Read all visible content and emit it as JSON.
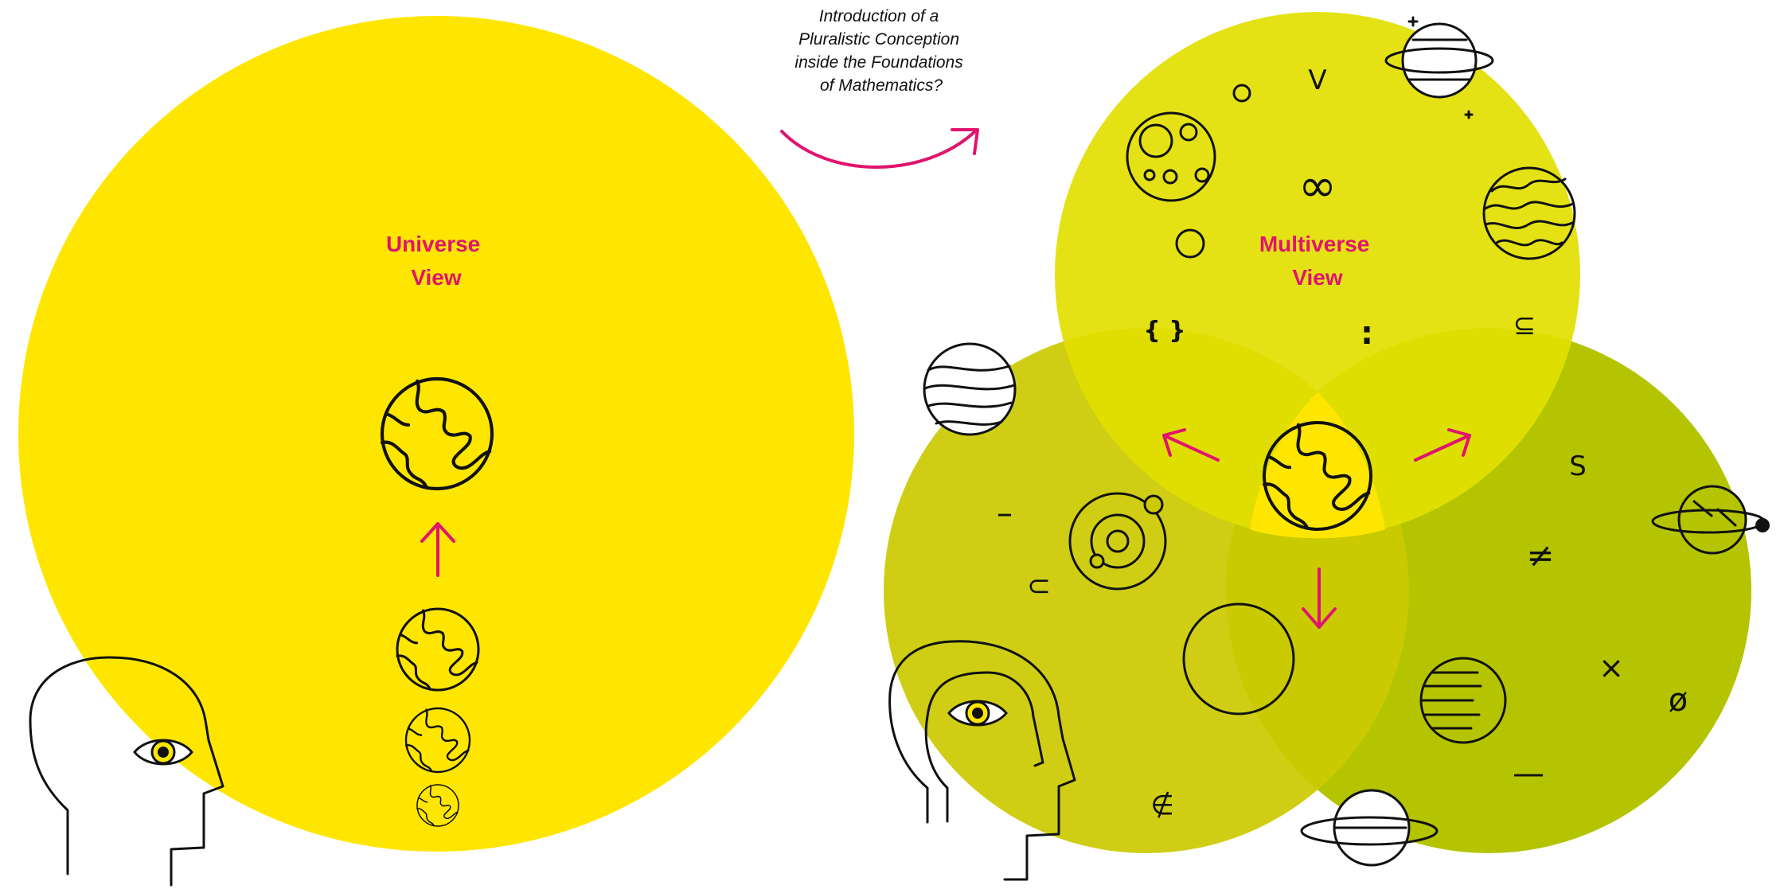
{
  "colors": {
    "accent": "#e0146e",
    "universe": "#ffe600",
    "circle_top": "#e2df00",
    "circle_left": "#cbca00",
    "circle_right": "#b4c400",
    "overlap_center": "#ffe600",
    "ink": "#111111"
  },
  "universe": {
    "label_line1": "Universe",
    "label_line2": "View"
  },
  "multiverse": {
    "label_line1": "Multiverse",
    "label_line2": "View"
  },
  "question": {
    "line1": "Introduction of a",
    "line2": "Pluralistic Conception",
    "line3": "inside the Foundations",
    "line4": "of Mathematics?"
  },
  "symbols": {
    "top_v": "V",
    "infinity": "∞",
    "braces": "{ }",
    "colon": ":",
    "subseteq": "⊆",
    "dash_left": "–",
    "subset": "⊂",
    "not_in": "∉",
    "s": "S",
    "not_equal": "≠",
    "times": "×",
    "empty_set": "ø",
    "dash_right": "—"
  },
  "icons": [
    "head-silhouette-icon",
    "eye-icon",
    "earth-icon",
    "planet-ring-icon",
    "moon-icon",
    "wavy-planet-icon",
    "striped-planet-icon",
    "orbit-icon",
    "arrow-icon"
  ]
}
